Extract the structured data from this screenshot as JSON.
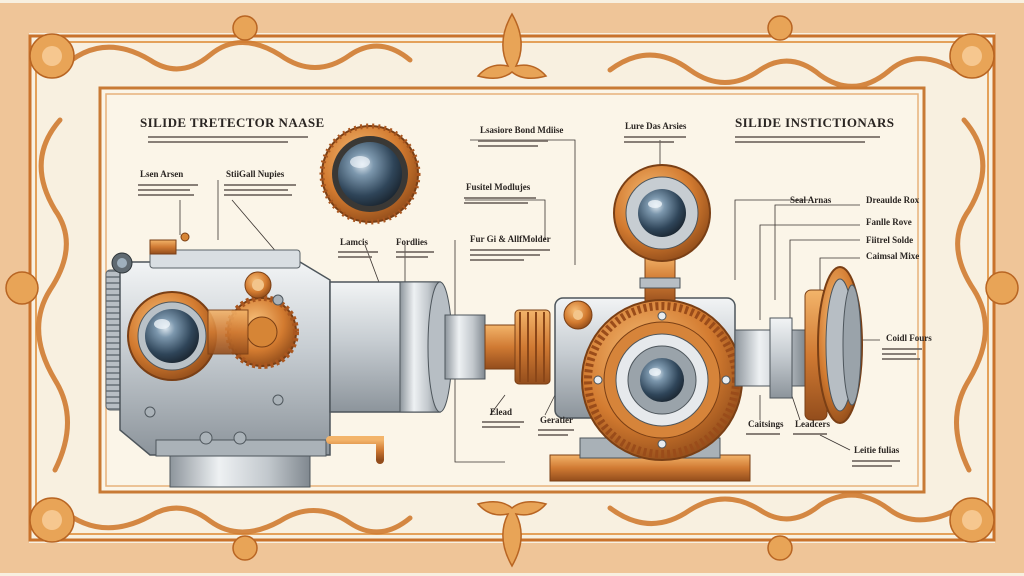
{
  "labels": {
    "title_left": "SILIDE TRETECTOR NAASE",
    "title_right": "SILIDE INSTICTIONARS",
    "lens_arsen": "Lsen Arsen",
    "stiigal_nupies": "StiiGall Nupies",
    "lasiore_bond": "Lsasiore Bond Mdiise",
    "fusitel_modlujes": "Fusitel Modlujes",
    "lure_das_arsies": "Lure Das Arsies",
    "seal_arnas": "Seal Arnas",
    "lamcis": "Lamcis",
    "fordlies": "Fordlies",
    "fur_gi": "Fur Gi & AllfMolder",
    "elead": "Elead",
    "geratier": "Geratier",
    "caitsings": "Caitsings",
    "leadcers": "Leadcers",
    "right_1": "Dreaulde Rox",
    "right_2": "Fanlle Rove",
    "right_3": "Fiitrel Solde",
    "right_4": "Caimsal Mixe",
    "coidl_fours": "Coidl Fours",
    "leitie_fulias": "Leitie fulias"
  },
  "colors": {
    "frame": "#d8833a",
    "frame_light": "#f0b26a",
    "copper": "#d3833a",
    "steel": "#c9cfd4",
    "lens": "#3e5a73",
    "ink": "#2a2522"
  }
}
